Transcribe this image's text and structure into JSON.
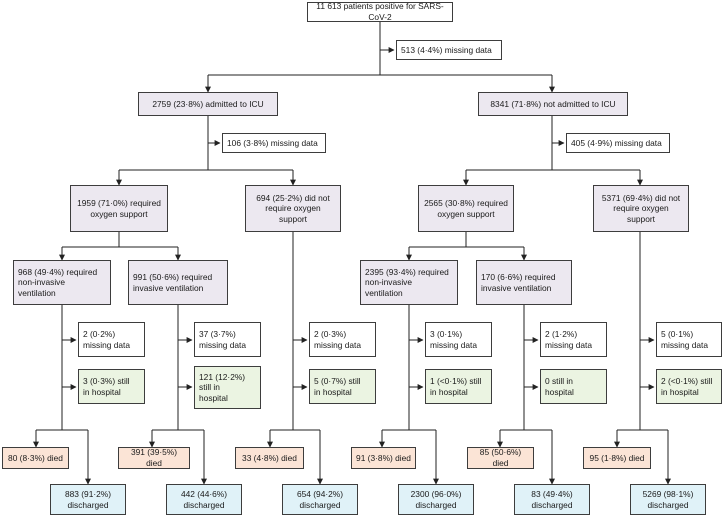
{
  "root": {
    "label": "11 613 patients positive for SARS-CoV-2",
    "missing": "513 (4·4%) missing data"
  },
  "icu": {
    "label": "2759 (23·8%) admitted to ICU",
    "missing": "106 (3·8%) missing data",
    "oxygen": {
      "label": "1959 (71·0%) required\noxygen support",
      "niv": {
        "label": "968 (49·4%) required\nnon-invasive\nventilation",
        "missing": "2 (0·2%)\nmissing data",
        "hospital": "3 (0·3%) still\nin hospital",
        "died": "80 (8·3%) died",
        "discharged": "883 (91·2%)\ndischarged"
      },
      "iv": {
        "label": "991 (50·6%) required\ninvasive ventilation",
        "missing": "37 (3·7%)\nmissing data",
        "hospital": "121 (12·2%)\nstill in\nhospital",
        "died": "391 (39·5%) died",
        "discharged": "442 (44·6%)\ndischarged"
      }
    },
    "no_oxygen": {
      "label": "694 (25·2%) did not\nrequire oxygen\nsupport",
      "missing": "2 (0·3%)\nmissing data",
      "hospital": "5 (0·7%) still\nin hospital",
      "died": "33 (4·8%) died",
      "discharged": "654 (94·2%)\ndischarged"
    }
  },
  "non_icu": {
    "label": "8341 (71·8%) not admitted to ICU",
    "missing": "405 (4·9%) missing data",
    "oxygen": {
      "label": "2565 (30·8%) required\noxygen support",
      "niv": {
        "label": "2395 (93·4%) required\nnon-invasive\nventilation",
        "missing": "3 (0·1%)\nmissing data",
        "hospital": "1 (<0·1%) still\nin hospital",
        "died": "91 (3·8%) died",
        "discharged": "2300 (96·0%)\ndischarged"
      },
      "iv": {
        "label": "170 (6·6%) required\ninvasive ventilation",
        "missing": "2 (1·2%)\nmissing data",
        "hospital": "0 still in\nhospital",
        "died": "85 (50·6%) died",
        "discharged": "83 (49·4%)\ndischarged"
      }
    },
    "no_oxygen": {
      "label": "5371 (69·4%) did not\nrequire oxygen\nsupport",
      "missing": "5 (0·1%)\nmissing data",
      "hospital": "2 (<0·1%) still\nin hospital",
      "died": "95 (1·8%) died",
      "discharged": "5269 (98·1%)\ndischarged"
    }
  }
}
